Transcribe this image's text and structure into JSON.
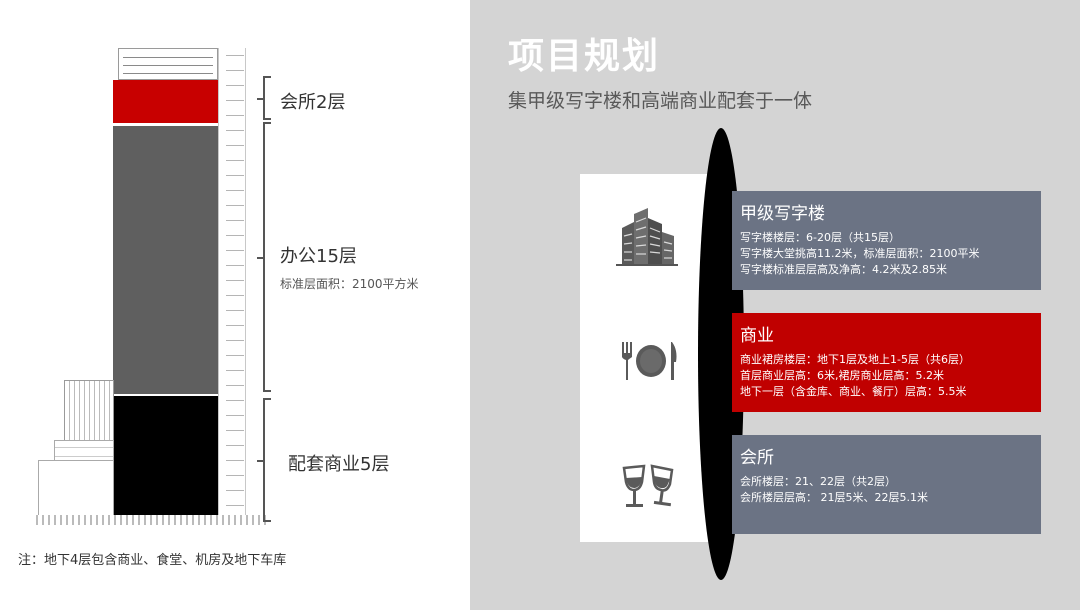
{
  "left": {
    "label_club": "会所2层",
    "label_office": "办公15层",
    "label_office_sub": "标准层面积：2100平方米",
    "label_retail": "配套商业5层",
    "note": "注：地下4层包含商业、食堂、机房及地下车库"
  },
  "right": {
    "title": "项目规划",
    "subtitle": "集甲级写字楼和高端商业配套于一体",
    "icons": [
      "office-building-icon",
      "dining-plate-icon",
      "wine-glasses-icon"
    ],
    "sections": [
      {
        "heading": "甲级写字楼",
        "lines": [
          "写字楼楼层：6-20层（共15层）",
          "写字楼大堂挑高11.2米，标准层面积：2100平米",
          "写字楼标准层层高及净高：4.2米及2.85米"
        ]
      },
      {
        "heading": "商业",
        "lines": [
          "商业裙房楼层：地下1层及地上1-5层（共6层）",
          "首层商业层高：6米,裙房商业层高：5.2米",
          "地下一层（含金库、商业、餐厅）层高：5.5米"
        ]
      },
      {
        "heading": "会所",
        "lines": [
          "会所楼层：21、22层（共2层）",
          "会所楼层层高： 21层5米、22层5.1米"
        ]
      }
    ]
  },
  "colors": {
    "accent_red": "#c00000",
    "panel_gray": "#6b7384",
    "background_gray": "#d4d4d4"
  }
}
